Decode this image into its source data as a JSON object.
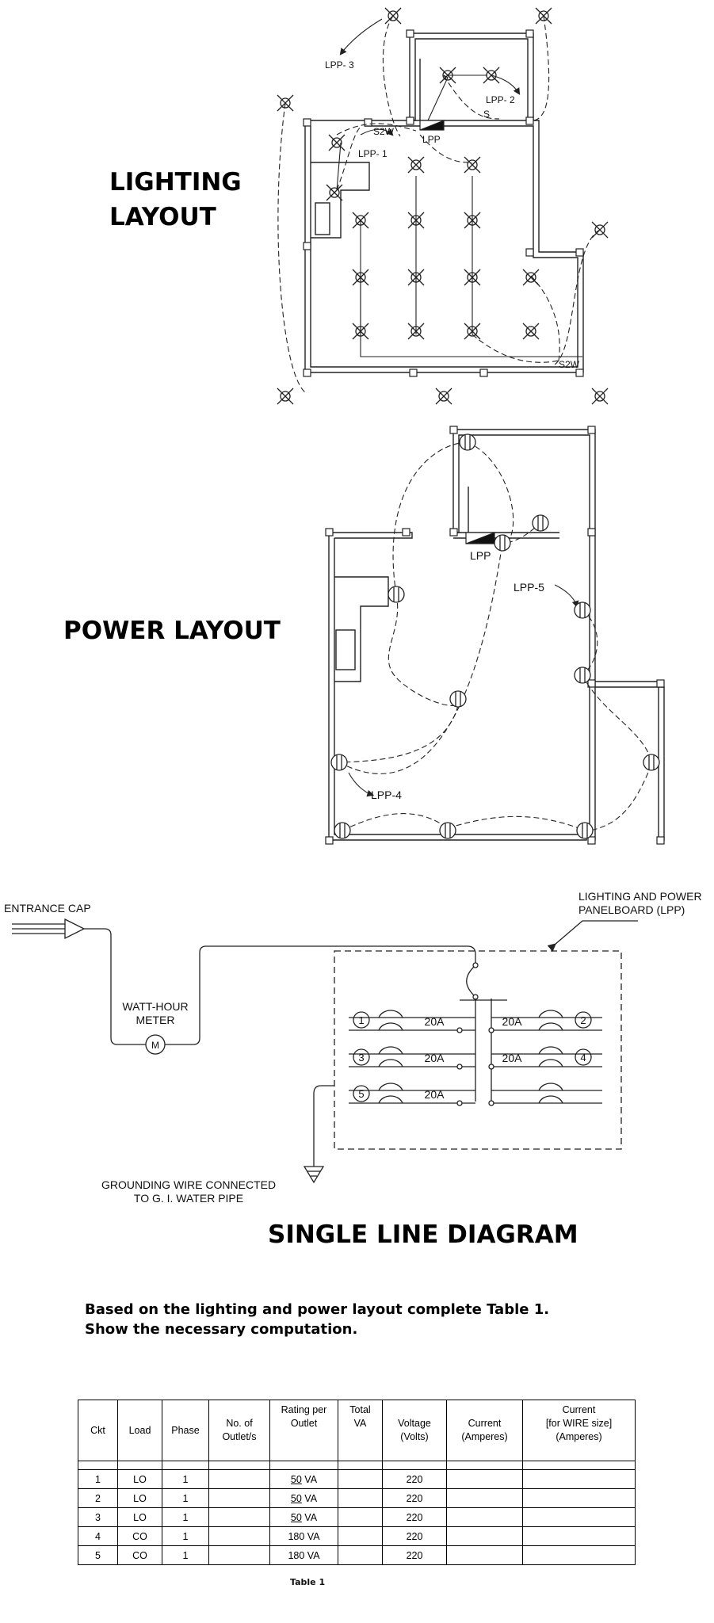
{
  "titles": {
    "lighting_line1": "LIGHTING",
    "lighting_line2": "LAYOUT",
    "power": "POWER LAYOUT",
    "single_line": "SINGLE LINE DIAGRAM"
  },
  "lighting": {
    "lpp_1": "LPP- 1",
    "lpp_2": "LPP- 2",
    "lpp_3": "LPP- 3",
    "switch_s2w_top": "S2W",
    "switch_s2w_bottom": "S2W",
    "switch_s": "S",
    "panel": "LPP"
  },
  "power": {
    "panel": "LPP",
    "lpp_4": "LPP-4",
    "lpp_5": "LPP-5"
  },
  "sld": {
    "entrance_cap": "ENTRANCE CAP",
    "meter_line1": "WATT-HOUR",
    "meter_line2": "METER",
    "meter_symbol": "M",
    "panel_line1": "LIGHTING AND POWER",
    "panel_line2": "PANELBOARD (LPP)",
    "ground_line1": "GROUNDING WIRE CONNECTED",
    "ground_line2": "TO G. I. WATER PIPE",
    "breakers": [
      {
        "circuit": "1",
        "rating": "20A"
      },
      {
        "circuit": "2",
        "rating": "20A"
      },
      {
        "circuit": "3",
        "rating": "20A"
      },
      {
        "circuit": "4",
        "rating": "20A"
      },
      {
        "circuit": "5",
        "rating": "20A"
      }
    ]
  },
  "instructions": {
    "line1": "Based on the lighting and power layout complete Table 1.",
    "line2": "Show the necessary computation."
  },
  "table": {
    "headers": {
      "ckt": "Ckt",
      "load": "Load",
      "phase": "Phase",
      "outlets_1": "No. of",
      "outlets_2": "Outlet/s",
      "rating_1": "Rating per",
      "rating_2": "Outlet",
      "total_1": "Total",
      "total_2": "VA",
      "voltage_1": "Voltage",
      "voltage_2": "(Volts)",
      "current_1": "Current",
      "current_2": "(Amperes)",
      "wire_1": "Current",
      "wire_2": "[for WIRE size]",
      "wire_3": "(Amperes)"
    },
    "rows": [
      {
        "ckt": "1",
        "load": "LO",
        "phase": "1",
        "rating_value": "50",
        "rating_unit": " VA",
        "voltage": "220"
      },
      {
        "ckt": "2",
        "load": "LO",
        "phase": "1",
        "rating_value": "50",
        "rating_unit": " VA",
        "voltage": "220"
      },
      {
        "ckt": "3",
        "load": "LO",
        "phase": "1",
        "rating_value": "50",
        "rating_unit": " VA",
        "voltage": "220"
      },
      {
        "ckt": "4",
        "load": "CO",
        "phase": "1",
        "rating_value": "180",
        "rating_unit": " VA",
        "voltage": "220"
      },
      {
        "ckt": "5",
        "load": "CO",
        "phase": "1",
        "rating_value": "180",
        "rating_unit": " VA",
        "voltage": "220"
      }
    ],
    "caption": "Table 1"
  }
}
